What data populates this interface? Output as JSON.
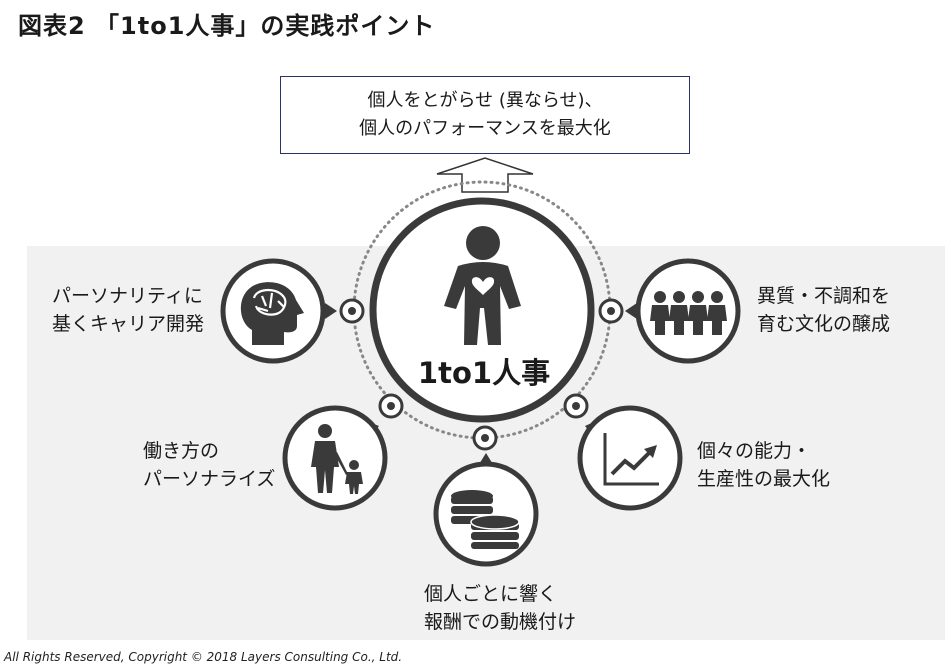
{
  "title": "図表2 「1to1人事」の実践ポイント",
  "goal": {
    "line1": "個人をとがらせ (異ならせ)、",
    "line2": "個人のパフォーマンスを最大化"
  },
  "center": {
    "label": "1to1人事"
  },
  "points": [
    {
      "id": "career",
      "line1": "パーソナリティに",
      "line2": "基くキャリア開発",
      "icon": "brain-head-icon"
    },
    {
      "id": "culture",
      "line1": "異質・不調和を",
      "line2": "育む文化の醸成",
      "icon": "people-group-icon"
    },
    {
      "id": "workstyle",
      "line1": "働き方の",
      "line2": "パーソナライズ",
      "icon": "parent-child-icon"
    },
    {
      "id": "ability",
      "line1": "個々の能力・",
      "line2": "生産性の最大化",
      "icon": "rising-chart-icon"
    },
    {
      "id": "reward",
      "line1": "個人ごとに響く",
      "line2": "報酬での動機付け",
      "icon": "coins-icon"
    }
  ],
  "colors": {
    "dark": "#3a3a3a",
    "panel": "#f1f1f1",
    "box_border": "#2c3266"
  },
  "copyright": "All Rights Reserved, Copyright © 2018 Layers Consulting Co., Ltd."
}
